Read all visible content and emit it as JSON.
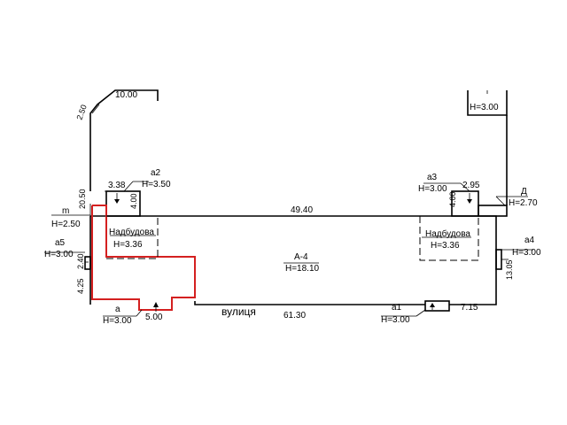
{
  "plan": {
    "main_building": {
      "code": "А-4",
      "height": "H=18.10"
    },
    "street": "вулиця",
    "dimensions": {
      "top_top": "10.00",
      "top_left_diag": "2.50",
      "left_height": "20.50",
      "a2_width": "3.38",
      "a2_depth_left": "4.00",
      "a3_width": "2.95",
      "a3_depth": "4.00",
      "mid_length": "49.40",
      "bottom_length": "61.30",
      "a5_depth": "2.40",
      "left_seg": "4.25",
      "a_width": "5.00",
      "a1_offset": "7.15",
      "right_depth": "13.05"
    },
    "annexes": {
      "m": {
        "code": "m",
        "height": "H=2.50"
      },
      "a2": {
        "code": "a2",
        "height": "H=3.50"
      },
      "a3": {
        "code": "a3",
        "height": "H=3.00"
      },
      "d": {
        "code": "Д",
        "height": "H=2.70"
      },
      "a5": {
        "code": "a5",
        "height": "H=3.00"
      },
      "a4": {
        "code": "a4",
        "height": "H=3.00"
      },
      "a": {
        "code": "a",
        "height": "H=3.00"
      },
      "a1": {
        "code": "a1",
        "height": "H=3.00"
      },
      "top_right": {
        "height": "H=3.00"
      }
    },
    "superstructures": [
      {
        "label": "Надбудова",
        "height": "H=3.36"
      },
      {
        "label": "Надбудова",
        "height": "H=3.36"
      }
    ]
  }
}
